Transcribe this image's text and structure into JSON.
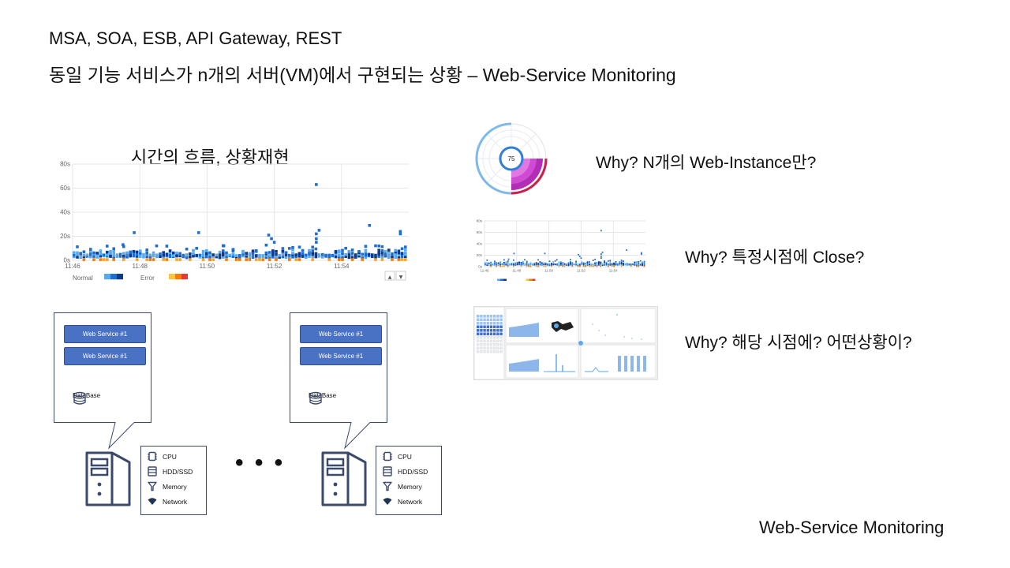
{
  "slide": {
    "title_line1": "MSA, SOA, ESB, API Gateway, REST",
    "title_line2": "동일 기능 서비스가 n개의 서버(VM)에서 구현되는 상황 – Web-Service Monitoring",
    "chart_caption": "시간의 흐름, 상황재현",
    "why1": "Why? N개의 Web-Instance만?",
    "why2": "Why? 특정시점에 Close?",
    "why3": "Why? 해당 시점에? 어떤상황이?",
    "footer": "Web-Service Monitoring",
    "ellipsis": "• • •"
  },
  "gauge": {
    "value": "75"
  },
  "servers": [
    {
      "services": [
        "Web Service #1",
        "Web Service #1"
      ],
      "database": "DataBase",
      "resources": [
        "CPU",
        "HDD/SSD",
        "Memory",
        "Network"
      ]
    },
    {
      "services": [
        "Web Service #1",
        "Web Service #1"
      ],
      "database": "DataBase",
      "resources": [
        "CPU",
        "HDD/SSD",
        "Memory",
        "Network"
      ]
    }
  ],
  "mini_chart": {
    "yticks": [
      "80s",
      "60s",
      "40s",
      "20s",
      "0s"
    ],
    "xticks": [
      "11:46",
      "11:48",
      "11:50",
      "11:52",
      "11:54"
    ],
    "legend": {
      "normal": "Normal",
      "error": "Error"
    }
  },
  "chart_data": {
    "type": "scatter",
    "title": "시간의 흐름, 상황재현",
    "xlabel": "",
    "ylabel": "",
    "x_ticks": [
      "11:46",
      "11:48",
      "11:50",
      "11:52",
      "11:54"
    ],
    "y_ticks": [
      "0s",
      "20s",
      "40s",
      "60s",
      "80s"
    ],
    "xlim": [
      "11:46",
      "11:56"
    ],
    "ylim": [
      0,
      80
    ],
    "grid": true,
    "legend_position": "bottom-left",
    "series": [
      {
        "name": "Normal",
        "colors": [
          "#5aa9ef",
          "#1e6fd0",
          "#0d3a8c"
        ],
        "points_note": "dense band 0-8s across entire range",
        "outliers": [
          {
            "x": "11:47:50",
            "y": 23
          },
          {
            "x": "11:49:45",
            "y": 23
          },
          {
            "x": "11:51:50",
            "y": 21
          },
          {
            "x": "11:51:55",
            "y": 18
          },
          {
            "x": "11:52:00",
            "y": 15
          },
          {
            "x": "11:53:15",
            "y": 63
          },
          {
            "x": "11:53:20",
            "y": 25
          },
          {
            "x": "11:53:15",
            "y": 22
          },
          {
            "x": "11:53:15",
            "y": 18
          },
          {
            "x": "11:53:15",
            "y": 15
          },
          {
            "x": "11:54:50",
            "y": 29
          },
          {
            "x": "11:55:45",
            "y": 24
          },
          {
            "x": "11:55:45",
            "y": 22
          },
          {
            "x": "11:47:30",
            "y": 13
          },
          {
            "x": "11:48:30",
            "y": 12
          },
          {
            "x": "11:50:30",
            "y": 12
          },
          {
            "x": "11:52:45",
            "y": 11
          }
        ]
      },
      {
        "name": "Error",
        "colors": [
          "#f6a623",
          "#f57c00",
          "#e53935"
        ],
        "points_note": "row at 0-2s"
      }
    ],
    "accent_colors": {
      "normal": [
        "#5aa9ef",
        "#1e6fd0",
        "#0d3a8c"
      ],
      "error": [
        "#f6c542",
        "#f57c00",
        "#e53935"
      ]
    }
  }
}
